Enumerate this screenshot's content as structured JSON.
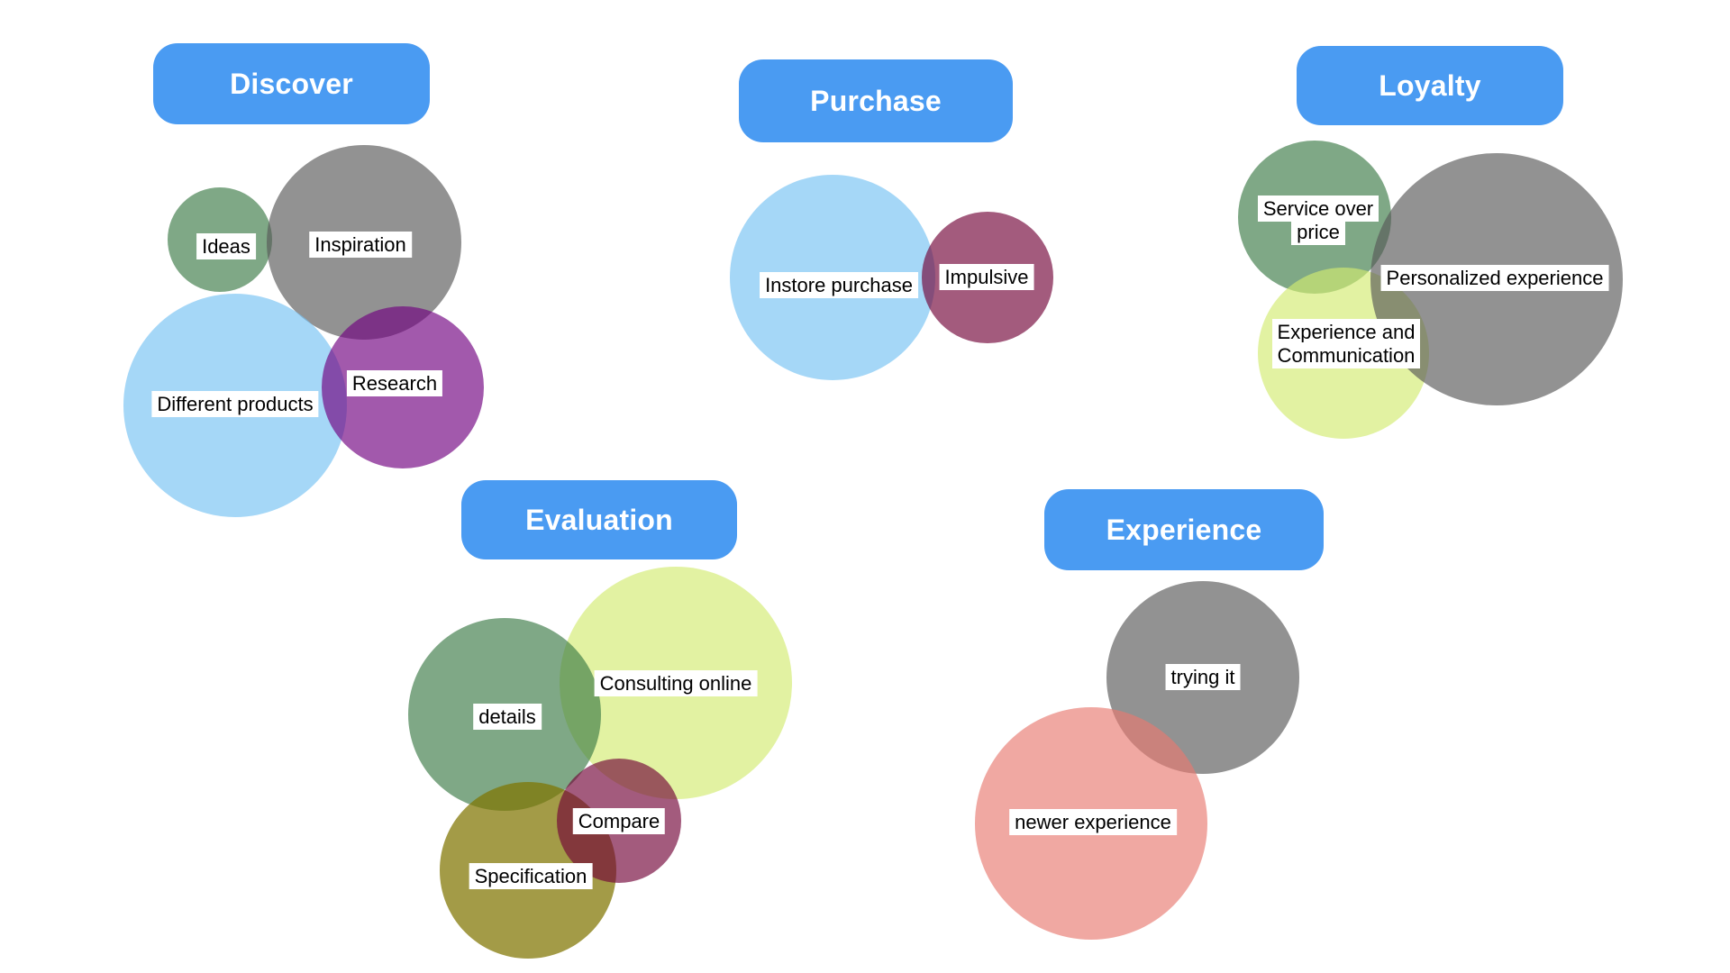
{
  "colors": {
    "header_blue": "#4A9BF2",
    "header_text": "#FFFFFF",
    "label_bg": "#FFFFFF",
    "label_text": "#000000",
    "bubble_green": "rgba(58,122,69,0.65)",
    "bubble_gray": "rgba(88,88,88,0.65)",
    "bubble_light_blue": "rgba(117,194,243,0.65)",
    "bubble_purple": "rgba(112,0,128,0.65)",
    "bubble_maroon": "rgba(114,3,55,0.65)",
    "bubble_yellow_green": "rgba(211,235,112,0.65)",
    "bubble_olive": "rgba(128,117,0,0.72)",
    "bubble_pink": "rgba(232,122,112,0.65)"
  },
  "stages": [
    {
      "label": "Discover",
      "bubbles": [
        {
          "label": "Ideas",
          "color": "rgba(58,122,69,0.65)"
        },
        {
          "label": "Inspiration",
          "color": "rgba(88,88,88,0.65)"
        },
        {
          "label": "Different products",
          "color": "rgba(117,194,243,0.65)"
        },
        {
          "label": "Research",
          "color": "rgba(112,0,128,0.65)"
        }
      ]
    },
    {
      "label": "Purchase",
      "bubbles": [
        {
          "label": "Instore purchase",
          "color": "rgba(117,194,243,0.65)"
        },
        {
          "label": "Impulsive",
          "color": "rgba(114,3,55,0.65)"
        }
      ]
    },
    {
      "label": "Loyalty",
      "bubbles": [
        {
          "label": "Service over price",
          "color": "rgba(58,122,69,0.65)"
        },
        {
          "label": "Experience and Communication",
          "color": "rgba(211,235,112,0.65)"
        },
        {
          "label": "Personalized experience",
          "color": "rgba(88,88,88,0.65)"
        }
      ]
    },
    {
      "label": "Evaluation",
      "bubbles": [
        {
          "label": "Consulting online",
          "color": "rgba(211,235,112,0.65)"
        },
        {
          "label": "details",
          "color": "rgba(58,122,69,0.65)"
        },
        {
          "label": "Specification",
          "color": "rgba(128,117,0,0.72)"
        },
        {
          "label": "Compare",
          "color": "rgba(114,3,55,0.65)"
        }
      ]
    },
    {
      "label": "Experience",
      "bubbles": [
        {
          "label": "trying it",
          "color": "rgba(88,88,88,0.65)"
        },
        {
          "label": "newer experience",
          "color": "rgba(232,122,112,0.65)"
        }
      ]
    }
  ]
}
